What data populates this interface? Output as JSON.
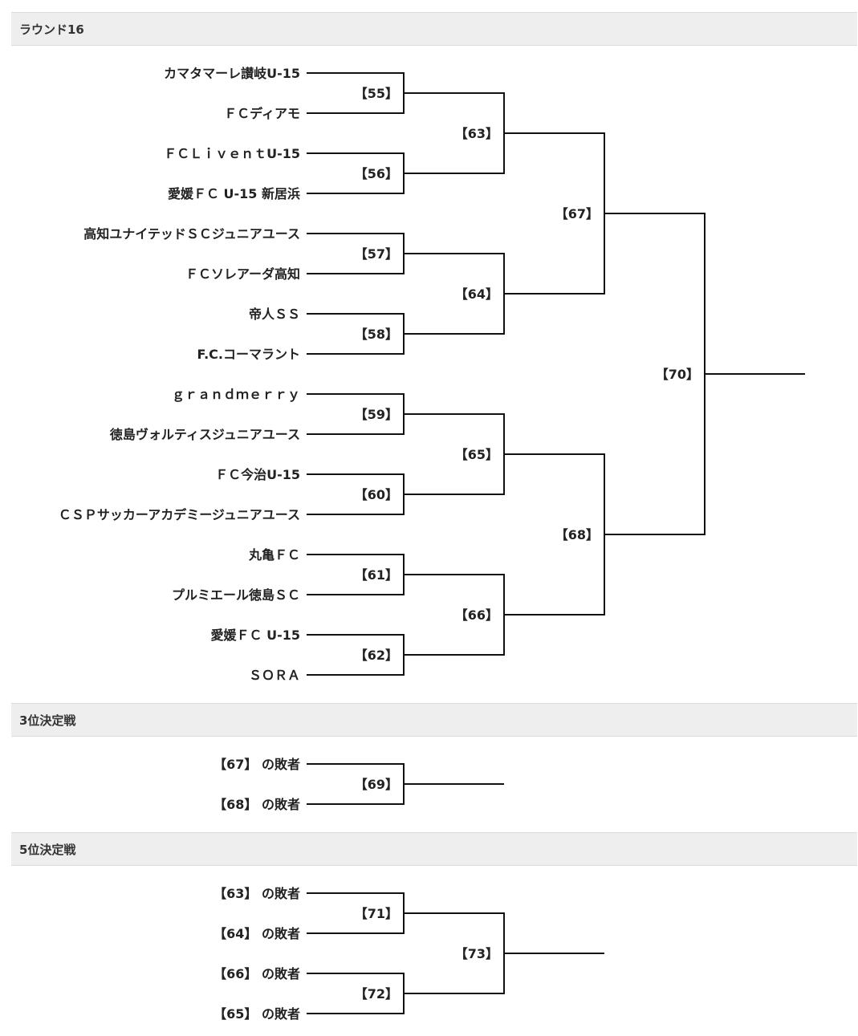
{
  "sections": {
    "r16": {
      "title": "ラウンド16"
    },
    "third": {
      "title": "3位決定戦"
    },
    "fifth": {
      "title": "5位決定戦"
    }
  },
  "teams": [
    "カマタマーレ讃岐U-15",
    "ＦＣディアモ",
    "ＦＣＬｉｖｅｎｔU-15",
    "愛媛ＦＣ U-15 新居浜",
    "高知ユナイテッドＳＣジュニアユース",
    "ＦＣソレアーダ高知",
    "帝人ＳＳ",
    "F.C.コーマラント",
    "ｇｒａｎｄｍｅｒｒｙ",
    "徳島ヴォルティスジュニアユース",
    "ＦＣ今治U-15",
    "ＣＳＰサッカーアカデミージュニアユース",
    "丸亀ＦＣ",
    "プルミエール徳島ＳＣ",
    "愛媛ＦＣ U-15",
    "ＳＯＲＡ"
  ],
  "r16_matches": {
    "m55": "【55】",
    "m56": "【56】",
    "m57": "【57】",
    "m58": "【58】",
    "m59": "【59】",
    "m60": "【60】",
    "m61": "【61】",
    "m62": "【62】",
    "m63": "【63】",
    "m64": "【64】",
    "m65": "【65】",
    "m66": "【66】",
    "m67": "【67】",
    "m68": "【68】",
    "m70": "【70】"
  },
  "third_place": {
    "entrants": [
      "【67】 の敗者",
      "【68】 の敗者"
    ],
    "match": "【69】"
  },
  "fifth_place": {
    "entrants": [
      "【63】 の敗者",
      "【64】 の敗者",
      "【66】 の敗者",
      "【65】 の敗者"
    ],
    "m71": "【71】",
    "m72": "【72】",
    "m73": "【73】"
  }
}
